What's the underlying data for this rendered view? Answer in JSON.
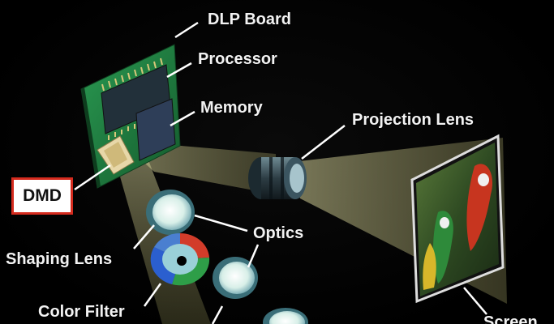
{
  "labels": {
    "dlp_board": "DLP Board",
    "processor": "Processor",
    "memory": "Memory",
    "projection_lens": "Projection Lens",
    "dmd": "DMD",
    "optics": "Optics",
    "shaping_lens": "Shaping Lens",
    "color_filter": "Color Filter",
    "screen": "Screen"
  },
  "colors": {
    "background": "#000000",
    "board": "#1f7a3e",
    "chip": "#2a3a4a",
    "light_beam": "#c9c98a",
    "highlight_box": "#d52b1e",
    "label_text": "#f2f2f2",
    "filter_red": "#d23c2a",
    "filter_green": "#2e9e48",
    "filter_blue": "#2b5fcf"
  }
}
